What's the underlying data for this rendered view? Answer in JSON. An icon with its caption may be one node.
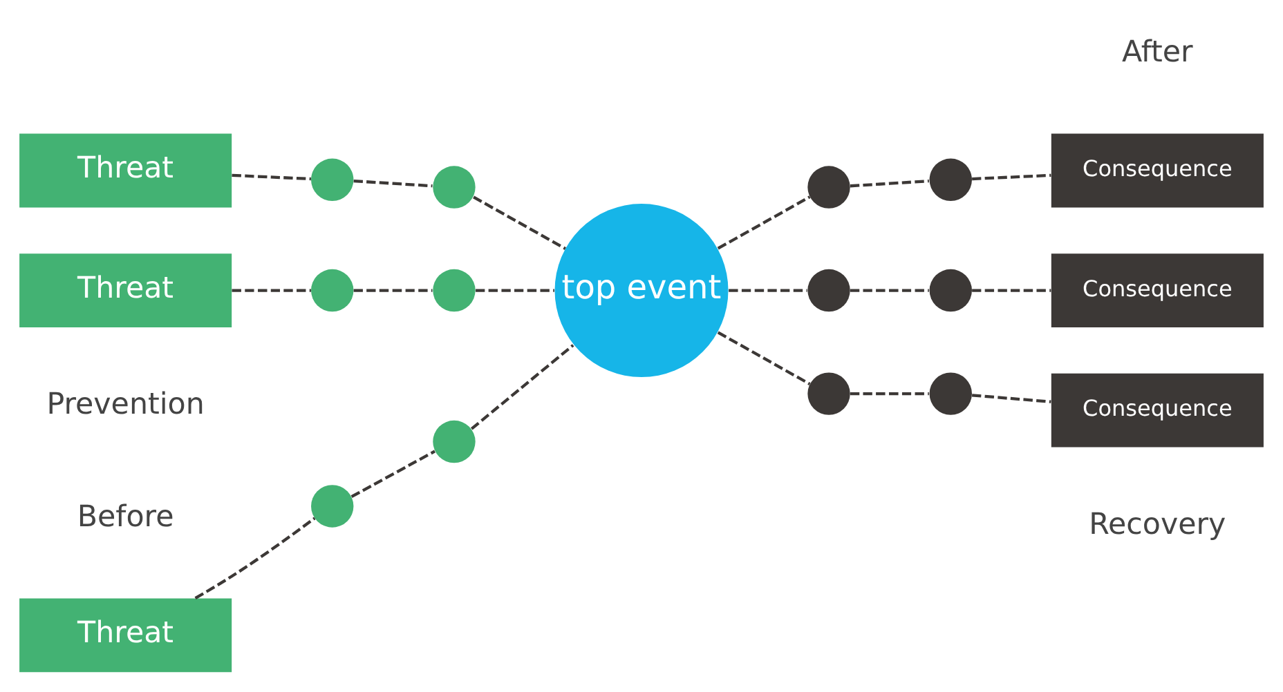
{
  "diagram": {
    "nodes": [
      {
        "text": [
          "Threat"
        ]
      },
      {
        "text": [
          "Threat"
        ]
      },
      {
        "text": [
          "Threat"
        ]
      },
      {
        "text": [],
        "shape": "circle"
      },
      {
        "text": [],
        "shape": "circle"
      },
      {
        "text": [],
        "shape": "circle"
      },
      {
        "text": [],
        "shape": "circle"
      },
      {
        "text": [],
        "shape": "circle"
      },
      {
        "text": [],
        "shape": "circle"
      },
      {
        "text": [
          "top event"
        ]
      },
      {
        "text": [],
        "shape": "circle"
      },
      {
        "text": [],
        "shape": "circle"
      },
      {
        "text": [],
        "shape": "circle"
      },
      {
        "text": [],
        "shape": "circle"
      },
      {
        "text": [],
        "shape": "circle"
      },
      {
        "text": [],
        "shape": "circle"
      },
      {
        "text": [
          "Consequence"
        ]
      },
      {
        "text": [
          "Consequence"
        ]
      },
      {
        "text": [
          "Consequence"
        ]
      }
    ],
    "edges": [
      {
        "from": 0,
        "to": 3,
        "arrow": "none",
        "style": "dashed"
      },
      {
        "from": 3,
        "to": 4,
        "arrow": "none",
        "style": "dashed"
      },
      {
        "from": 4,
        "to": 9,
        "arrow": "none",
        "style": "dashed"
      },
      {
        "from": 1,
        "to": 5,
        "arrow": "none",
        "style": "dashed"
      },
      {
        "from": 5,
        "to": 6,
        "arrow": "none",
        "style": "dashed"
      },
      {
        "from": 6,
        "to": 9,
        "arrow": "none",
        "style": "dashed"
      },
      {
        "from": 2,
        "to": 7,
        "arrow": "none",
        "style": "dashed"
      },
      {
        "from": 7,
        "to": 8,
        "arrow": "none",
        "style": "dashed"
      },
      {
        "from": 8,
        "to": 9,
        "arrow": "none",
        "style": "dashed"
      },
      {
        "from": 9,
        "to": 10,
        "arrow": "none",
        "style": "dashed"
      },
      {
        "from": 10,
        "to": 11,
        "arrow": "none",
        "style": "dashed"
      },
      {
        "from": 11,
        "to": 16,
        "arrow": "none",
        "style": "dashed"
      },
      {
        "from": 9,
        "to": 12,
        "arrow": "none",
        "style": "dashed"
      },
      {
        "from": 12,
        "to": 13,
        "arrow": "none",
        "style": "dashed"
      },
      {
        "from": 13,
        "to": 17,
        "arrow": "none",
        "style": "dashed"
      },
      {
        "from": 9,
        "to": 14,
        "arrow": "none",
        "style": "dashed"
      },
      {
        "from": 14,
        "to": 15,
        "arrow": "none",
        "style": "dashed"
      },
      {
        "from": 15,
        "to": 18,
        "arrow": "none",
        "style": "dashed"
      }
    ],
    "labels": [
      "Before",
      "After",
      "Prevention",
      "Recovery"
    ]
  }
}
